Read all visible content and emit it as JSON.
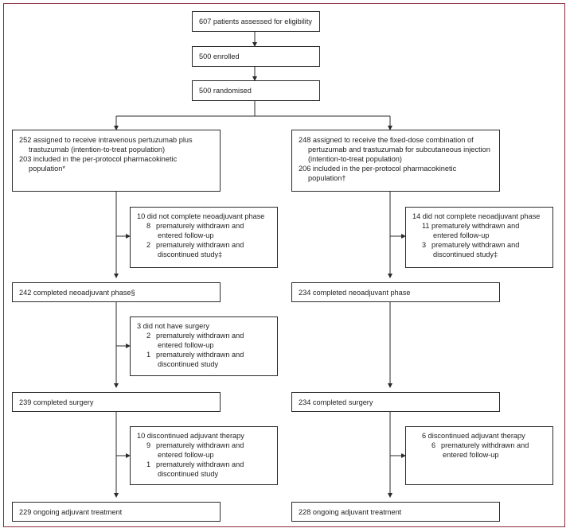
{
  "top": {
    "assessed": "607 patients assessed for eligibility",
    "enrolled": "500 enrolled",
    "randomised": "500 randomised"
  },
  "left": {
    "assigned": {
      "line1": "252 assigned to receive intravenous pertuzumab plus",
      "line2": "trastuzumab (intention-to-treat population)",
      "line3": "203 included in the per-protocol pharmacokinetic",
      "line4": "population*"
    },
    "neoadj_excl": {
      "header": "10 did not complete neoadjuvant phase",
      "a_num": "8",
      "a1": "prematurely withdrawn and",
      "a2": "entered follow-up",
      "b_num": "2",
      "b1": "prematurely withdrawn and",
      "b2": "discontinued study‡"
    },
    "completed_neoadj": "242 completed neoadjuvant phase§",
    "surgery_excl": {
      "header": "3 did not have surgery",
      "a_num": "2",
      "a1": "prematurely withdrawn and",
      "a2": "entered follow-up",
      "b_num": "1",
      "b1": "prematurely withdrawn and",
      "b2": "discontinued study"
    },
    "completed_surgery": "239 completed surgery",
    "adj_excl": {
      "header": "10 discontinued adjuvant therapy",
      "a_num": "9",
      "a1": "prematurely withdrawn and",
      "a2": "entered follow-up",
      "b_num": "1",
      "b1": "prematurely withdrawn and",
      "b2": "discontinued study"
    },
    "ongoing": "229 ongoing adjuvant treatment"
  },
  "right": {
    "assigned": {
      "line1": "248 assigned to receive the fixed-dose combination of",
      "line2": "pertuzumab and trastuzumab for subcutaneous injection",
      "line3": "(intention-to-treat population)",
      "line4": "206 included in the per-protocol pharmacokinetic",
      "line5": "population†"
    },
    "neoadj_excl": {
      "header": "14 did not complete neoadjuvant phase",
      "a_num": "11",
      "a1": "prematurely withdrawn and",
      "a2": "entered follow-up",
      "b_num": "3",
      "b1": "prematurely withdrawn and",
      "b2": "discontinued study‡"
    },
    "completed_neoadj": "234 completed neoadjuvant phase",
    "completed_surgery": "234 completed surgery",
    "adj_excl": {
      "header": "6 discontinued adjuvant therapy",
      "a_num": "6",
      "a1": "prematurely withdrawn and",
      "a2": "entered follow-up"
    },
    "ongoing": "228 ongoing adjuvant treatment"
  }
}
